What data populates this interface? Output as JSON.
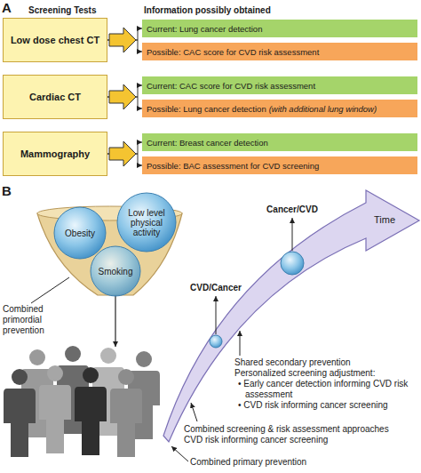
{
  "diagram": {
    "nodes": [
      {
        "text": [
          "Low dose chest CT"
        ]
      },
      {
        "text": [
          "Current: Lung cancer detection"
        ]
      },
      {
        "text": [
          "Possible: CAC score for CVD risk assessment"
        ]
      },
      {
        "text": [
          "Cardiac CT"
        ]
      },
      {
        "text": [
          "Current: CAC score for CVD risk assessment"
        ]
      },
      {
        "text": [
          "Possible: Lung cancer detection",
          "(with additional lung window)"
        ]
      },
      {
        "text": [
          "Mammography"
        ]
      },
      {
        "text": [
          "Current: Breast cancer detection"
        ]
      },
      {
        "text": [
          "Possible: BAC assessment for CVD screening"
        ]
      },
      {
        "text": [
          "Obesity"
        ]
      },
      {
        "text": [
          "Low level physical activity"
        ]
      },
      {
        "text": [
          "Smoking"
        ]
      },
      {
        "text": [
          "Time"
        ]
      },
      {
        "text": [
          "CVD/Cancer"
        ],
        "in": 12
      },
      {
        "text": [
          "Cancer/CVD"
        ],
        "in": 12
      }
    ],
    "edges": [
      {
        "from": 0,
        "to": 1,
        "arrow": "to"
      },
      {
        "from": 0,
        "to": 2,
        "arrow": "to"
      },
      {
        "from": 3,
        "to": 4,
        "arrow": "to"
      },
      {
        "from": 3,
        "to": 5,
        "arrow": "to"
      },
      {
        "from": 6,
        "to": 7,
        "arrow": "to"
      },
      {
        "from": 6,
        "to": 8,
        "arrow": "to"
      }
    ],
    "labels": [
      "A",
      "Screening Tests",
      "Information possibly obtained",
      "B",
      "Combined primordial prevention",
      "Shared secondary prevention",
      "Personalized screening adjustment:",
      "• Early cancer detection informing CVD risk assessment",
      "• CVD risk informing cancer screening",
      "Combined screening & risk assessment approaches",
      "CVD risk informing cancer screening",
      "Combined primary prevention"
    ]
  }
}
